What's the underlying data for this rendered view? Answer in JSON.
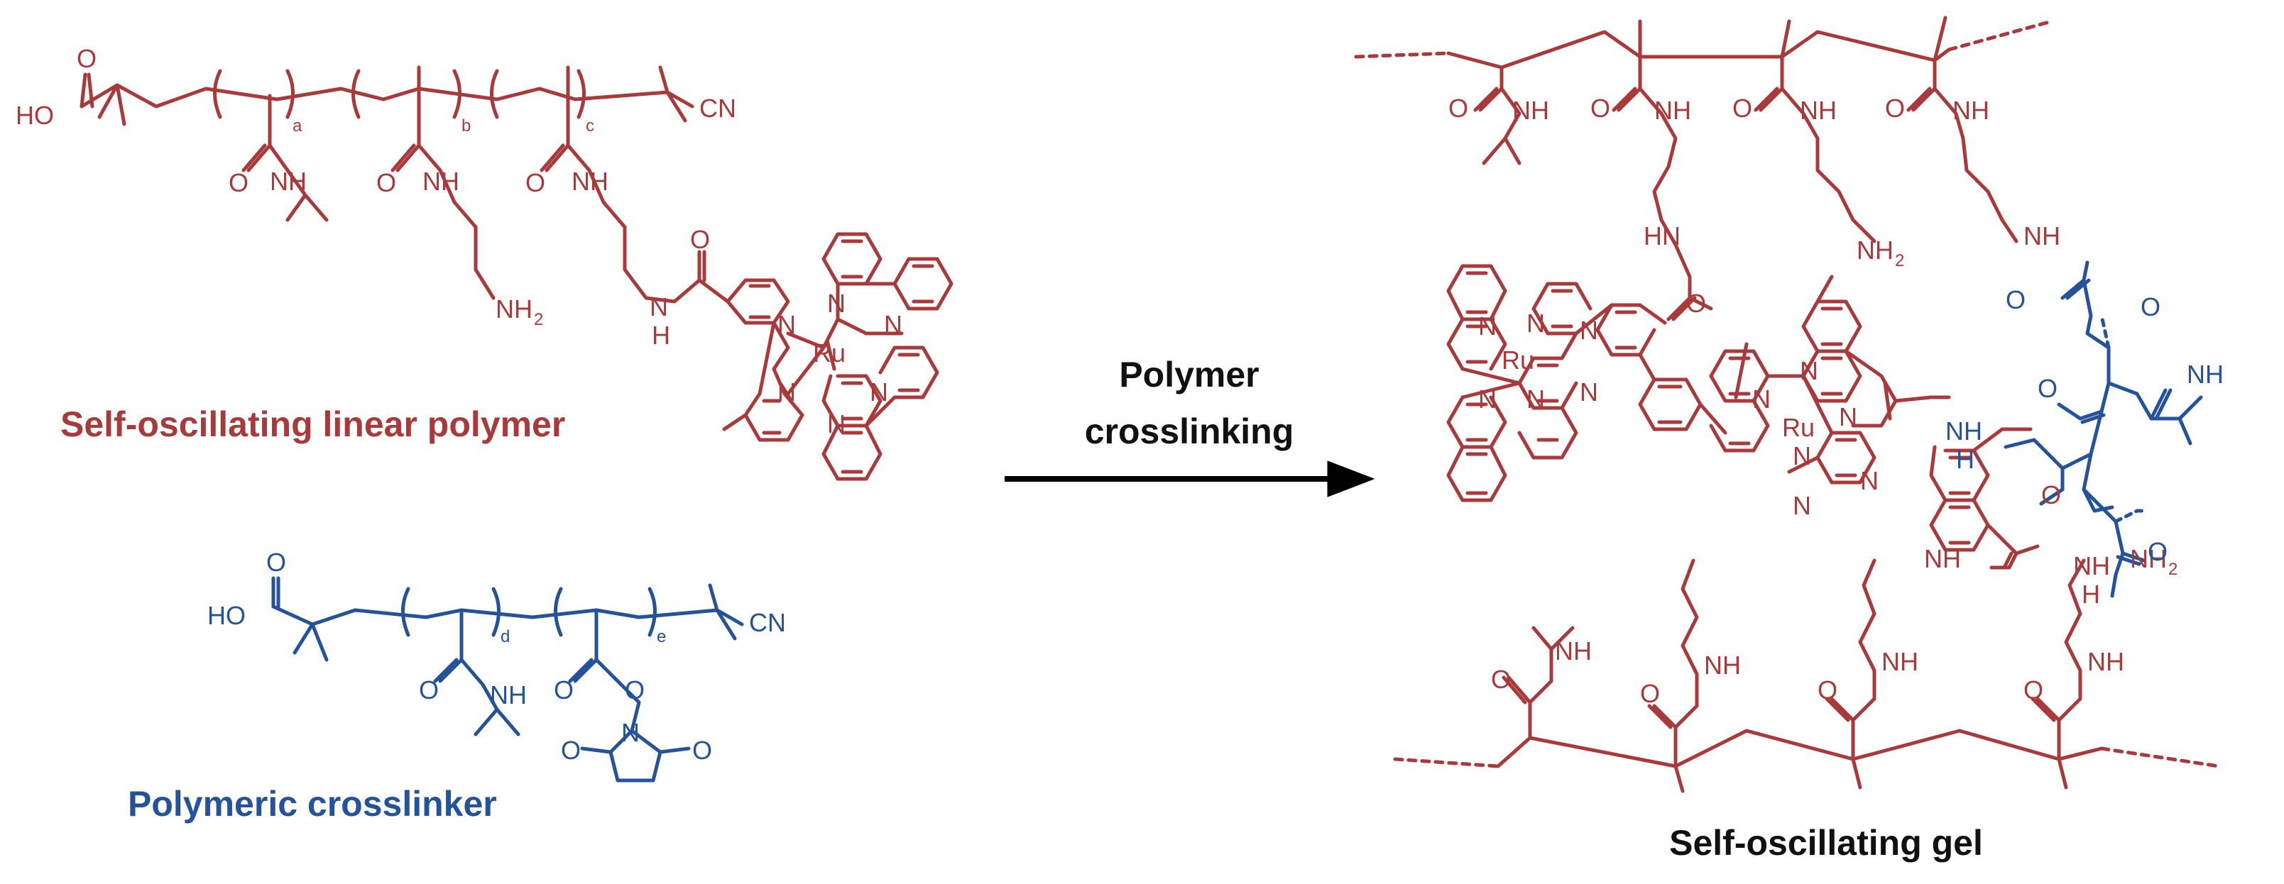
{
  "colors": {
    "polymer": "#a83a3c",
    "crosslinker": "#25539a",
    "text": "#111111",
    "arrow": "#000000"
  },
  "captions": {
    "linear_polymer": "Self-oscillating linear polymer",
    "crosslinker": "Polymeric crosslinker",
    "arrow_line1": "Polymer",
    "arrow_line2": "crosslinking",
    "gel": "Self-oscillating gel"
  },
  "atoms": {
    "HO": "HO",
    "O": "O",
    "NH": "NH",
    "HN": "HN",
    "N": "N",
    "H": "H",
    "CN": "CN",
    "Ru": "Ru",
    "NH2": "NH",
    "sub2": "2"
  },
  "repeat_units": {
    "a": "a",
    "b": "b",
    "c": "c",
    "d": "d",
    "e": "e"
  }
}
